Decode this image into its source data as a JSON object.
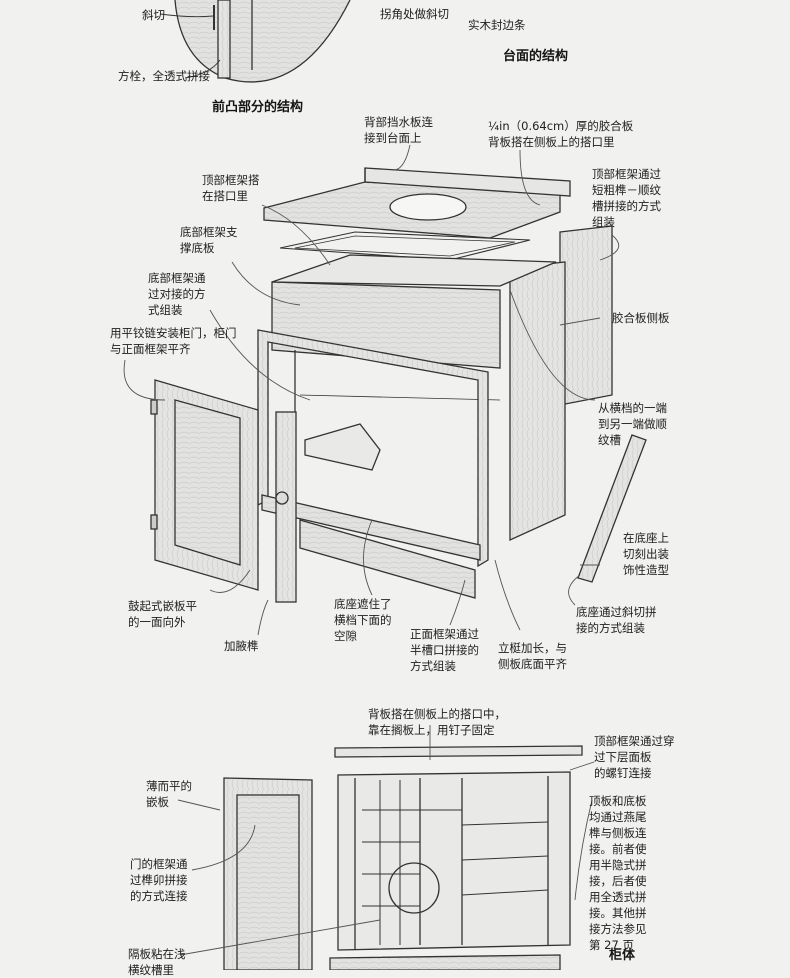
{
  "titles": {
    "countertop": "台面的结构",
    "front_frame": "前凸部分的结构",
    "carcase": "柜体"
  },
  "labels": {
    "bevel_cut": "斜切",
    "mortise_through_tenon": "方栓，全透式拼接",
    "corner_bevel": "拐角处做斜切",
    "solid_edge_strip": "实木封边条",
    "backsplash": "背部挡水板连\n接到台面上",
    "plywood_back": "¼in（0.64cm）厚的胶合板\n背板搭在侧板上的搭口里",
    "top_frame_rabbet": "顶部框架搭\n在搭口里",
    "top_frame_stub_tenon": "顶部框架通过\n短粗榫－顺纹\n槽拼接的方式\n组装",
    "bottom_frame": "底部框架支\n撑底板",
    "bottom_frame_butt": "底部框架通\n过对接的方\n式组装",
    "plywood_side": "胶合板侧板",
    "hinge_door": "用平铰链安装柜门，柜门\n与正面框架平齐",
    "groove": "从横档的一端\n到另一端做顺\n纹槽",
    "molding": "在底座上\n切刻出装\n饰性造型",
    "raised_panel": "鼓起式嵌板平\n的一面向外",
    "haunched_tenon": "加腋榫",
    "base_cover": "底座遮住了\n横档下面的\n空隙",
    "face_frame_half_lap": "正面框架通过\n半槽口拼接的\n方式组装",
    "stile_extended": "立梃加长，与\n侧板底面平齐",
    "base_miter": "底座通过斜切拼\n接的方式组装",
    "back_rabbet_nail": "背板搭在侧板上的搭口中，\n靠在搁板上，用钉子固定",
    "top_screw": "顶部框架通过穿\n过下层面板\n的螺钉连接",
    "thin_flat_panel": "薄而平的\n嵌板",
    "door_mortise": "门的框架通\n过榫卯拼接\n的方式连接",
    "dovetail_note": "顶板和底板\n均通过燕尾\n榫与侧板连\n接。前者使\n用半隐式拼\n接，后者使\n用全透式拼\n接。其他拼\n接方法参见\n第 27 页",
    "divider_groove": "隔板粘在浅\n横纹槽里"
  }
}
